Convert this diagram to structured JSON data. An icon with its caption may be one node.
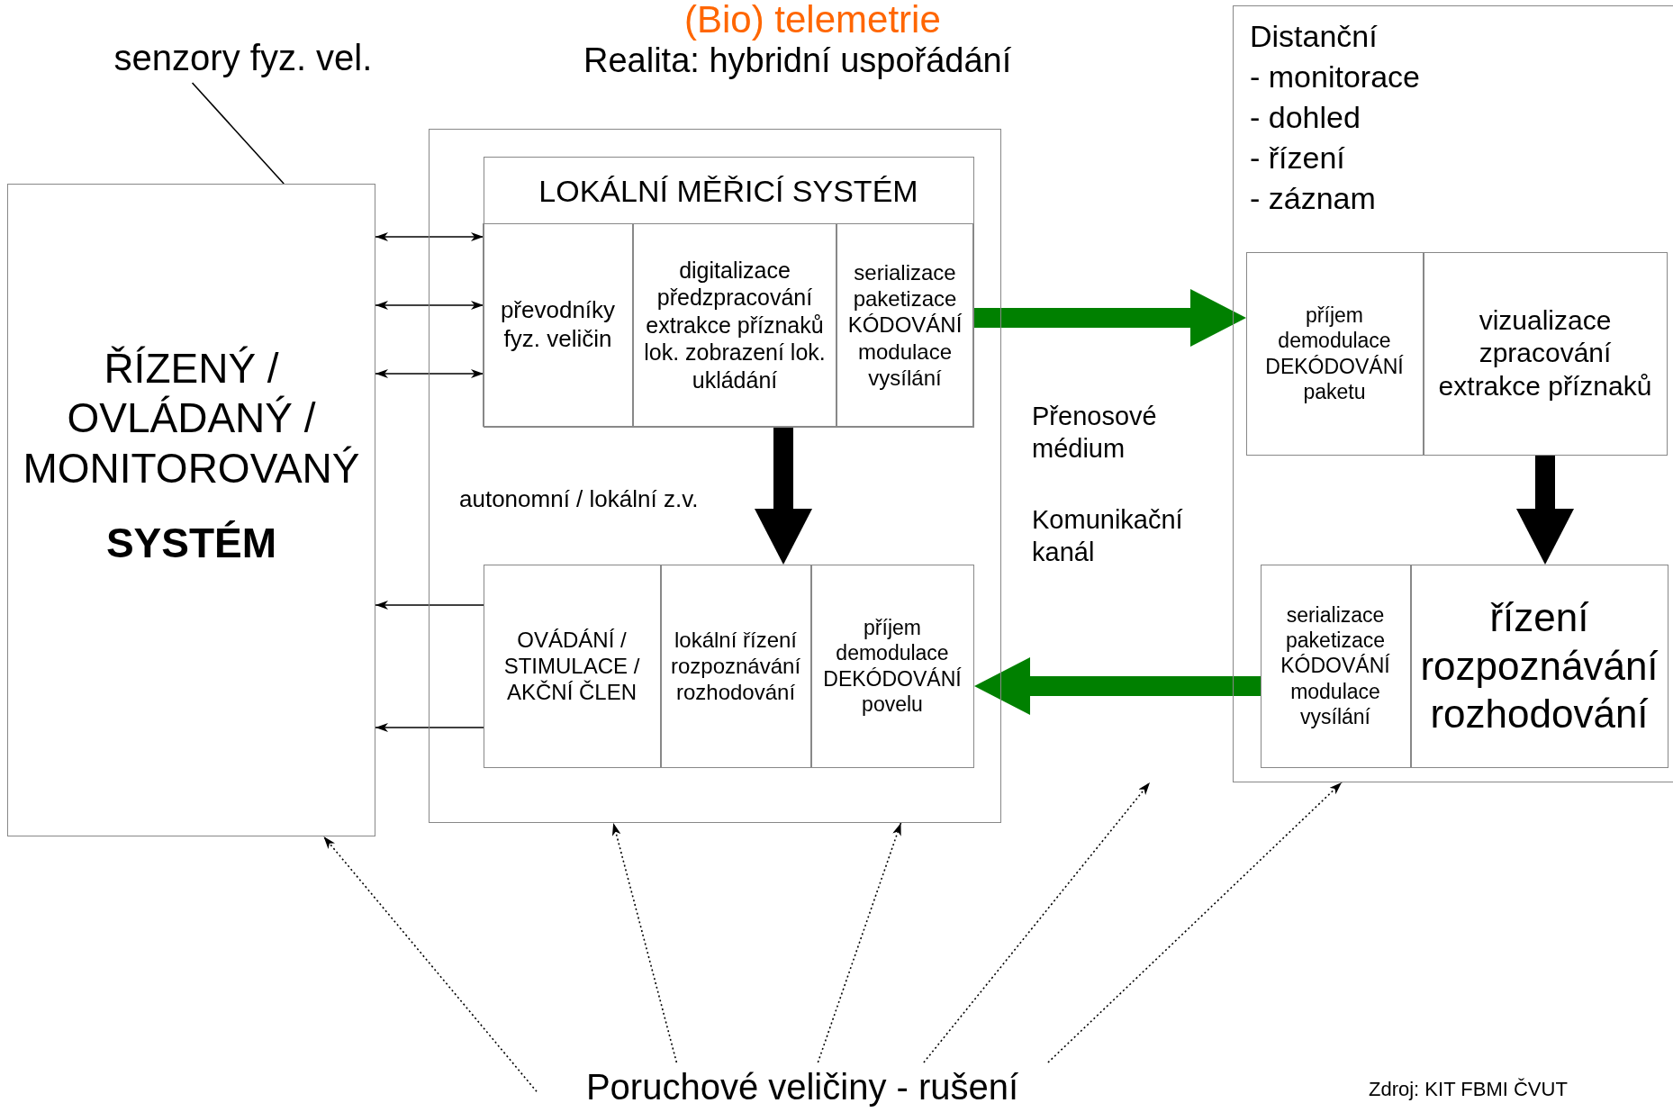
{
  "diagram": {
    "title": "(Bio) telemetrie",
    "nodes": [
      {
        "text": [
          "ŘÍZENÝ / OVLÁDANÝ / MONITOROVANÝ",
          "SYSTÉM"
        ]
      },
      {
        "text": [],
        "shape": "box"
      },
      {
        "text": [
          "LOKÁLNÍ MĚŘICÍ SYSTÉM"
        ],
        "in": 1
      },
      {
        "text": [
          "převodníky fyz. veličin"
        ],
        "in": 2
      },
      {
        "text": [
          "digitalizace předzpracování extrakce příznaků lok. zobrazení lok. ukládání"
        ],
        "in": 2
      },
      {
        "text": [
          "serializace paketizace KÓDOVÁNÍ modulace vysílání"
        ],
        "in": 2
      },
      {
        "text": [
          "OVÁDÁNÍ / STIMULACE / AKČNÍ ČLEN"
        ],
        "in": 1
      },
      {
        "text": [
          "lokální řízení rozpoznávání rozhodování"
        ],
        "in": 1
      },
      {
        "text": [
          "příjem demodulace DEKÓDOVÁNÍ povelu"
        ],
        "in": 1
      },
      {
        "text": [
          "Distanční",
          "- monitorace",
          "- dohled",
          "- řízení",
          "- záznam"
        ]
      },
      {
        "text": [
          "příjem demodulace DEKÓDOVÁNÍ paketu"
        ],
        "in": 9
      },
      {
        "text": [
          "vizualizace zpracování extrakce příznaků"
        ],
        "in": 9
      },
      {
        "text": [
          "serializace paketizace KÓDOVÁNÍ modulace vysílání"
        ],
        "in": 9
      },
      {
        "text": [
          "řízení rozpoznávání rozhodování"
        ],
        "in": 9
      },
      {
        "text": [
          "senzory fyz. vel."
        ]
      },
      {
        "text": [
          "Poruchové veličiny - rušení"
        ]
      }
    ],
    "edges": [
      {
        "from": 0,
        "to": 3,
        "arrow": "both"
      },
      {
        "from": 0,
        "to": 3,
        "arrow": "both"
      },
      {
        "from": 0,
        "to": 3,
        "arrow": "both"
      },
      {
        "from": 6,
        "to": 0,
        "arrow": "to"
      },
      {
        "from": 6,
        "to": 0,
        "arrow": "to"
      },
      {
        "from": 2,
        "to": 7,
        "arrow": "to",
        "style": "thick"
      },
      {
        "from": 5,
        "to": 10,
        "arrow": "to",
        "style": "thick",
        "color": "#008000"
      },
      {
        "from": 12,
        "to": 8,
        "arrow": "to",
        "style": "thick",
        "color": "#008000"
      },
      {
        "from": 11,
        "to": 13,
        "arrow": "to",
        "style": "thick"
      },
      {
        "from": 14,
        "to": 0,
        "arrow": "none"
      },
      {
        "from": 15,
        "to": 0,
        "arrow": "to",
        "style": "dashed"
      },
      {
        "from": 15,
        "to": 1,
        "arrow": "to",
        "style": "dashed"
      },
      {
        "from": 15,
        "to": 1,
        "arrow": "to",
        "style": "dashed"
      },
      {
        "from": 15,
        "to": null,
        "arrow": "to",
        "style": "dashed"
      },
      {
        "from": 15,
        "to": 9,
        "arrow": "to",
        "style": "dashed"
      }
    ],
    "labels": [
      "Realita: hybridní uspořádání",
      "autonomní / lokální z.v.",
      "Přenosové médium",
      "Komunikační kanál",
      "Zdroj: KIT FBMI ČVUT"
    ]
  }
}
